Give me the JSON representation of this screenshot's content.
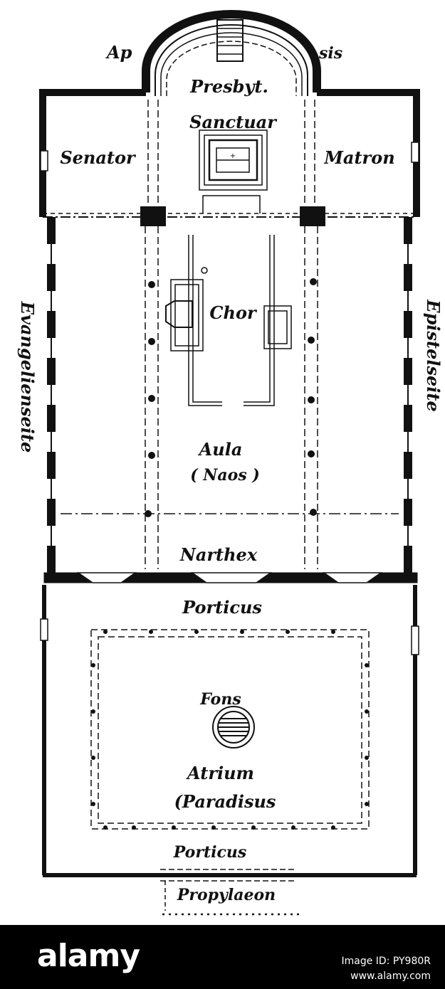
{
  "plan": {
    "labels": {
      "apsis_left": "Ap",
      "apsis_right": "sis",
      "presbyt": "Presbyt.",
      "sanctuar": "Sanctuar",
      "senator": "Senator",
      "matron": "Matron",
      "evangelienseite": "Evangelienseite",
      "epistelseite": "Epistelseite",
      "chor": "Chor",
      "aula": "Aula",
      "naos": "( Naos )",
      "narthex": "Narthex",
      "porticus_top": "Porticus",
      "fons": "Fons",
      "atrium": "Atrium",
      "paradisus": "(Paradisus",
      "porticus_bottom": "Porticus",
      "propylaeon": "Propylaeon"
    }
  },
  "footer": {
    "logo": "alamy",
    "image_id": "Image ID: PY980R",
    "url": "www.alamy.com"
  },
  "colors": {
    "ink": "#111111",
    "paper": "#ffffff",
    "footer_bg": "#000000"
  }
}
